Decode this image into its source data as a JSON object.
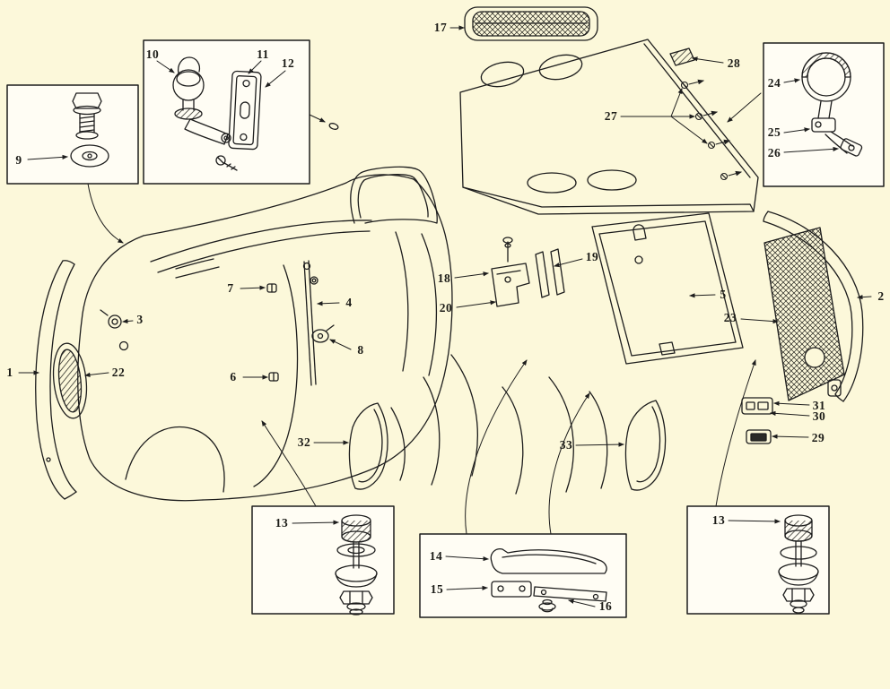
{
  "colors": {
    "background": "#FCF8DA",
    "ink": "#1D1D1D",
    "inset_panel": "#FFFDF4"
  },
  "labels": [
    "17",
    "28",
    "27",
    "24",
    "25",
    "26",
    "10",
    "11",
    "12",
    "9",
    "18",
    "19",
    "20",
    "5",
    "23",
    "2",
    "7",
    "4",
    "3",
    "8",
    "6",
    "1",
    "22",
    "31",
    "30",
    "29",
    "32",
    "33",
    "13",
    "13",
    "14",
    "15",
    "16"
  ]
}
